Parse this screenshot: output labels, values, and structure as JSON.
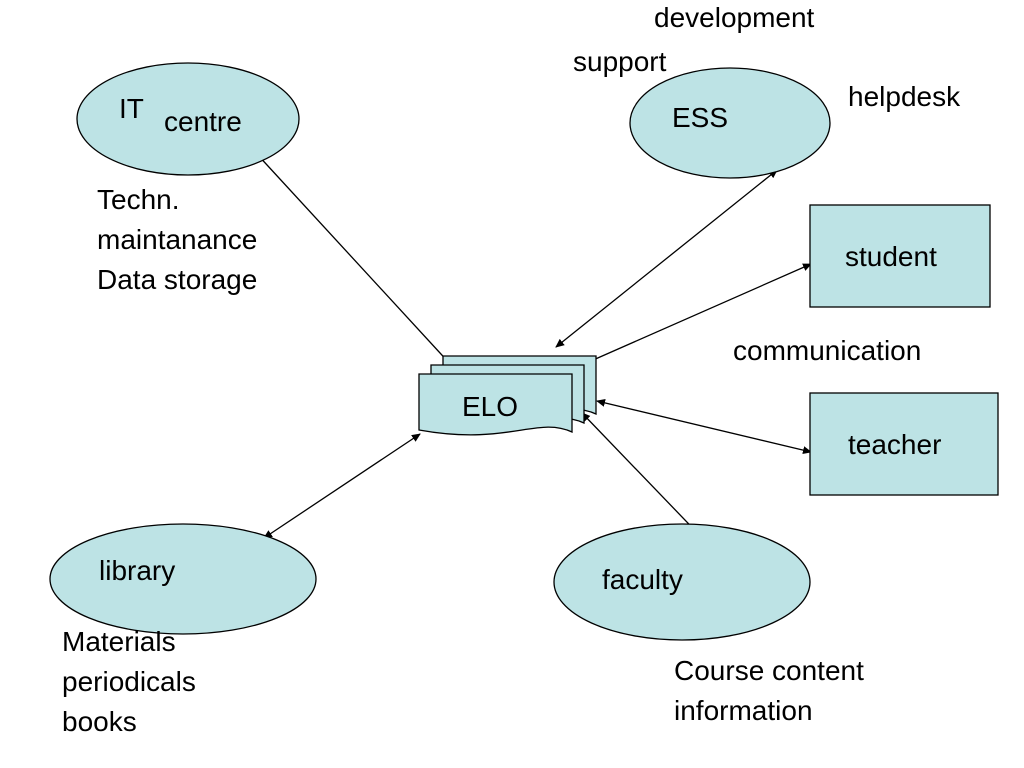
{
  "nodes": {
    "it_centre": {
      "label_main": "IT",
      "label_sub": "centre"
    },
    "ess": {
      "label": "ESS"
    },
    "student": {
      "label": "student"
    },
    "teacher": {
      "label": "teacher"
    },
    "elo": {
      "label": "ELO"
    },
    "library": {
      "label": "library"
    },
    "faculty": {
      "label": "faculty"
    }
  },
  "annotations": {
    "ess_development": "development",
    "ess_support": "support",
    "ess_helpdesk": "helpdesk",
    "it_lines": [
      "Techn.",
      "maintanance",
      "Data storage"
    ],
    "communication": "communication",
    "library_lines": [
      "Materials",
      "periodicals",
      "books"
    ],
    "faculty_lines": [
      "Course content",
      "information"
    ]
  },
  "colors": {
    "fill": "#bde3e5",
    "stroke": "#000000",
    "background": "#ffffff"
  }
}
